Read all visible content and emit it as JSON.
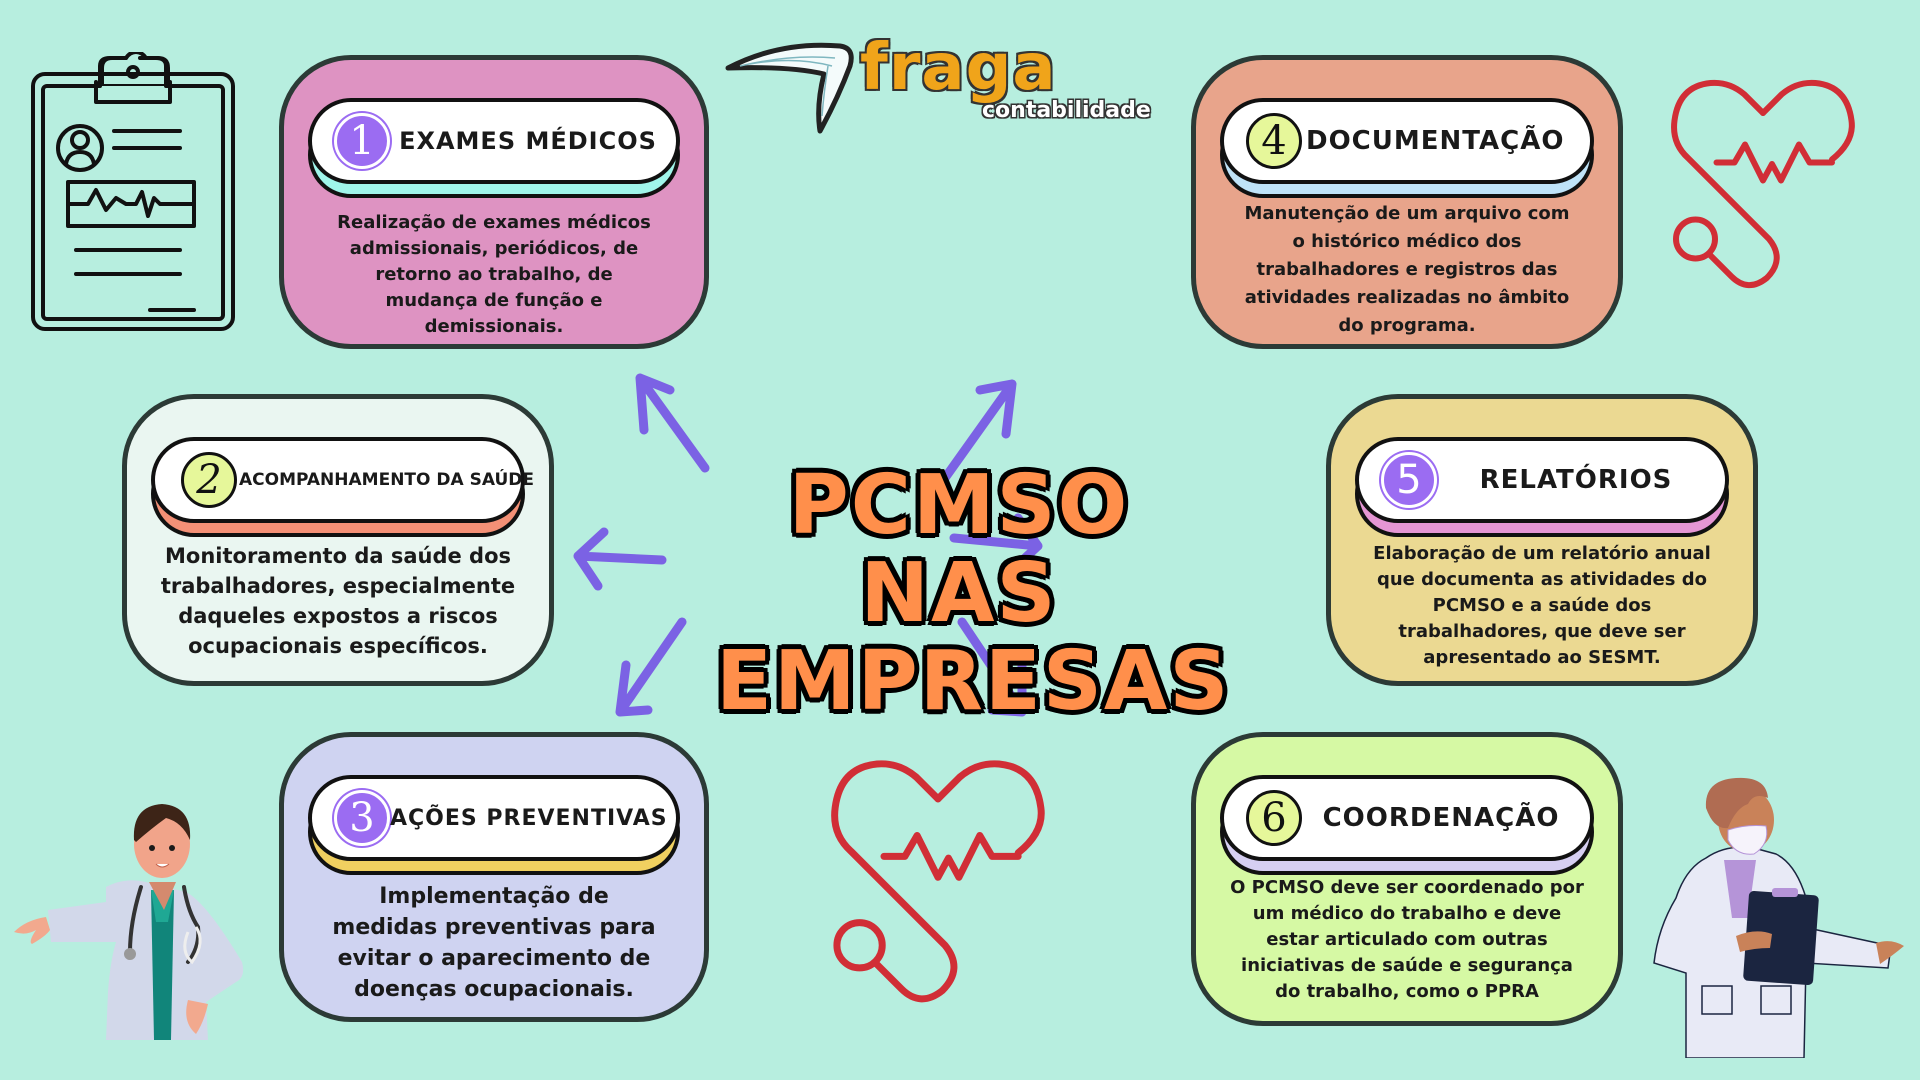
{
  "logo": {
    "brand": "fraga",
    "subtitle": "contabilidade"
  },
  "main_title": {
    "line1": "PCMSO NAS",
    "line2": "EMPRESAS",
    "color": "#ff8f4b"
  },
  "cards": [
    {
      "number": "1",
      "title": "EXAMES MÉDICOS",
      "description": "Realização de exames médicos admissionais, periódicos, de retorno ao trabalho, de mudança de função e demissionais.",
      "bg_color": "#de93c2",
      "accent_color": "#a0f5ea"
    },
    {
      "number": "2",
      "title": "ACOMPANHAMENTO DA SAÚDE",
      "description": "Monitoramento da saúde dos trabalhadores, especialmente daqueles expostos a riscos ocupacionais específicos.",
      "bg_color": "#eaf6f1",
      "accent_color": "#f49076"
    },
    {
      "number": "3",
      "title": "AÇÕES PREVENTIVAS",
      "description": "Implementação de medidas preventivas para evitar o aparecimento de doenças ocupacionais.",
      "bg_color": "#cfd3f1",
      "accent_color": "#f0d060"
    },
    {
      "number": "4",
      "title": "DOCUMENTAÇÃO",
      "description": "Manutenção de um arquivo com o histórico médico dos trabalhadores e registros das atividades realizadas no âmbito do programa.",
      "bg_color": "#e8a48b",
      "accent_color": "#bfe3f8"
    },
    {
      "number": "5",
      "title": "RELATÓRIOS",
      "description": "Elaboração de um relatório anual que documenta as atividades do PCMSO e a saúde dos trabalhadores, que deve ser apresentado ao SESMT.",
      "bg_color": "#ebd992",
      "accent_color": "#e596d4"
    },
    {
      "number": "6",
      "title": "COORDENAÇÃO",
      "description": "O PCMSO deve ser coordenado por um médico do trabalho e deve estar articulado com outras iniciativas de saúde e segurança do trabalho, como o PPRA",
      "bg_color": "#d6f9a4",
      "accent_color": "#d6cff2"
    }
  ],
  "colors": {
    "background": "#b7eedf",
    "arrow": "#7b62e4",
    "heart": "#d12e36",
    "border": "#2c3a36"
  },
  "icons": [
    "clipboard-icon",
    "heart-stethoscope-icon",
    "doctor-woman-illustration",
    "doctor-man-illustration",
    "boomerang-logo-icon"
  ]
}
